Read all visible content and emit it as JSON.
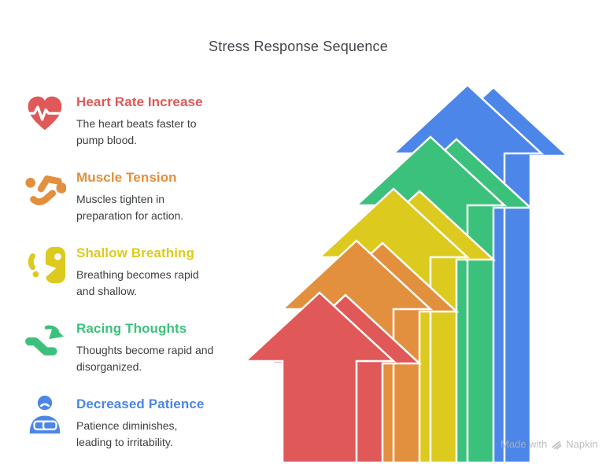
{
  "title": "Stress Response Sequence",
  "text_color": "#3C4043",
  "items": [
    {
      "label": "Heart Rate Increase",
      "color": "#E05858",
      "icon": "heart-pulse-icon",
      "lines": [
        "The heart beats faster to",
        "pump blood."
      ]
    },
    {
      "label": "Muscle Tension",
      "color": "#E28F3E",
      "icon": "pushup-figure-icon",
      "lines": [
        "Muscles tighten in",
        "preparation for action."
      ]
    },
    {
      "label": "Shallow Breathing",
      "color": "#DDCA1F",
      "icon": "breathing-face-icon",
      "lines": [
        "Breathing becomes rapid",
        "and shallow."
      ]
    },
    {
      "label": "Racing Thoughts",
      "color": "#3CC17C",
      "icon": "racing-arrow-icon",
      "lines": [
        "Thoughts become rapid and",
        "disorganized."
      ]
    },
    {
      "label": "Decreased Patience",
      "color": "#4C86E8",
      "icon": "impatient-person-icon",
      "lines": [
        "Patience diminishes,",
        "leading to irritability."
      ]
    }
  ],
  "arrows": {
    "description": "five nested upward arrows, front-to-back: red, orange, yellow, green, blue",
    "colors": [
      "#E05858",
      "#E28F3E",
      "#DDCA1F",
      "#3CC17C",
      "#4C86E8"
    ],
    "outline": "#FFFFFF"
  },
  "watermark": {
    "made_with": "Made with",
    "brand": "Napkin"
  }
}
